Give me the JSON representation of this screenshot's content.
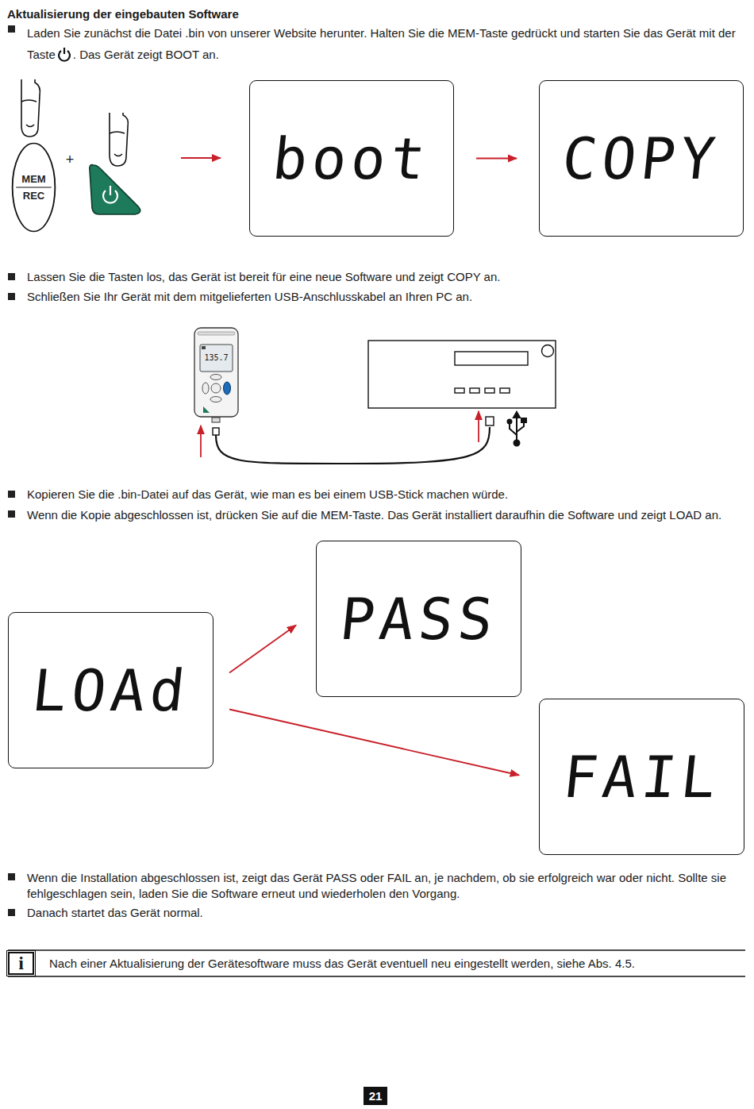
{
  "diagram": {
    "title": "Aktualisierung der eingebauten Software",
    "nodes": [
      {
        "text": [
          "MEM",
          "REC"
        ]
      },
      {
        "text": [
          "boot"
        ]
      },
      {
        "text": [
          "COPY"
        ]
      },
      {
        "text": [
          "LOAd"
        ]
      },
      {
        "text": [
          "PASS"
        ]
      },
      {
        "text": [
          "FAIL"
        ]
      }
    ],
    "edges": [
      {
        "from": 1,
        "to": 2,
        "arrow": "to"
      },
      {
        "from": 3,
        "to": 4,
        "arrow": "to"
      },
      {
        "from": 3,
        "to": 5,
        "arrow": "to"
      }
    ],
    "labels": [
      "Laden Sie zunächst die Datei .bin von unserer Website herunter. Halten Sie die MEM-Taste gedrückt und starten Sie das Gerät mit der Taste",
      ". Das Gerät zeigt BOOT an.",
      "+",
      "Lassen Sie die Tasten los, das Gerät ist bereit für eine neue Software und zeigt COPY an.",
      "Schließen Sie Ihr Gerät mit dem mitgelieferten USB-Anschlusskabel an Ihren PC an.",
      "135.7",
      "Kopieren Sie die .bin-Datei auf das Gerät, wie man es bei einem USB-Stick machen würde.",
      "Wenn die Kopie abgeschlossen ist, drücken Sie auf die MEM-Taste. Das Gerät installiert daraufhin die Software und zeigt LOAD an.",
      "Wenn die Installation abgeschlossen ist, zeigt das Gerät PASS oder FAIL an, je nachdem, ob sie erfolgreich war oder nicht. Sollte sie fehlgeschlagen sein, laden Sie die Software erneut und wiederholen den Vorgang.",
      "Danach startet das Gerät normal.",
      "i",
      "Nach einer Aktualisierung der Gerätesoftware muss das Gerät eventuell neu eingestellt werden, siehe Abs. 4.5.",
      "21"
    ]
  }
}
